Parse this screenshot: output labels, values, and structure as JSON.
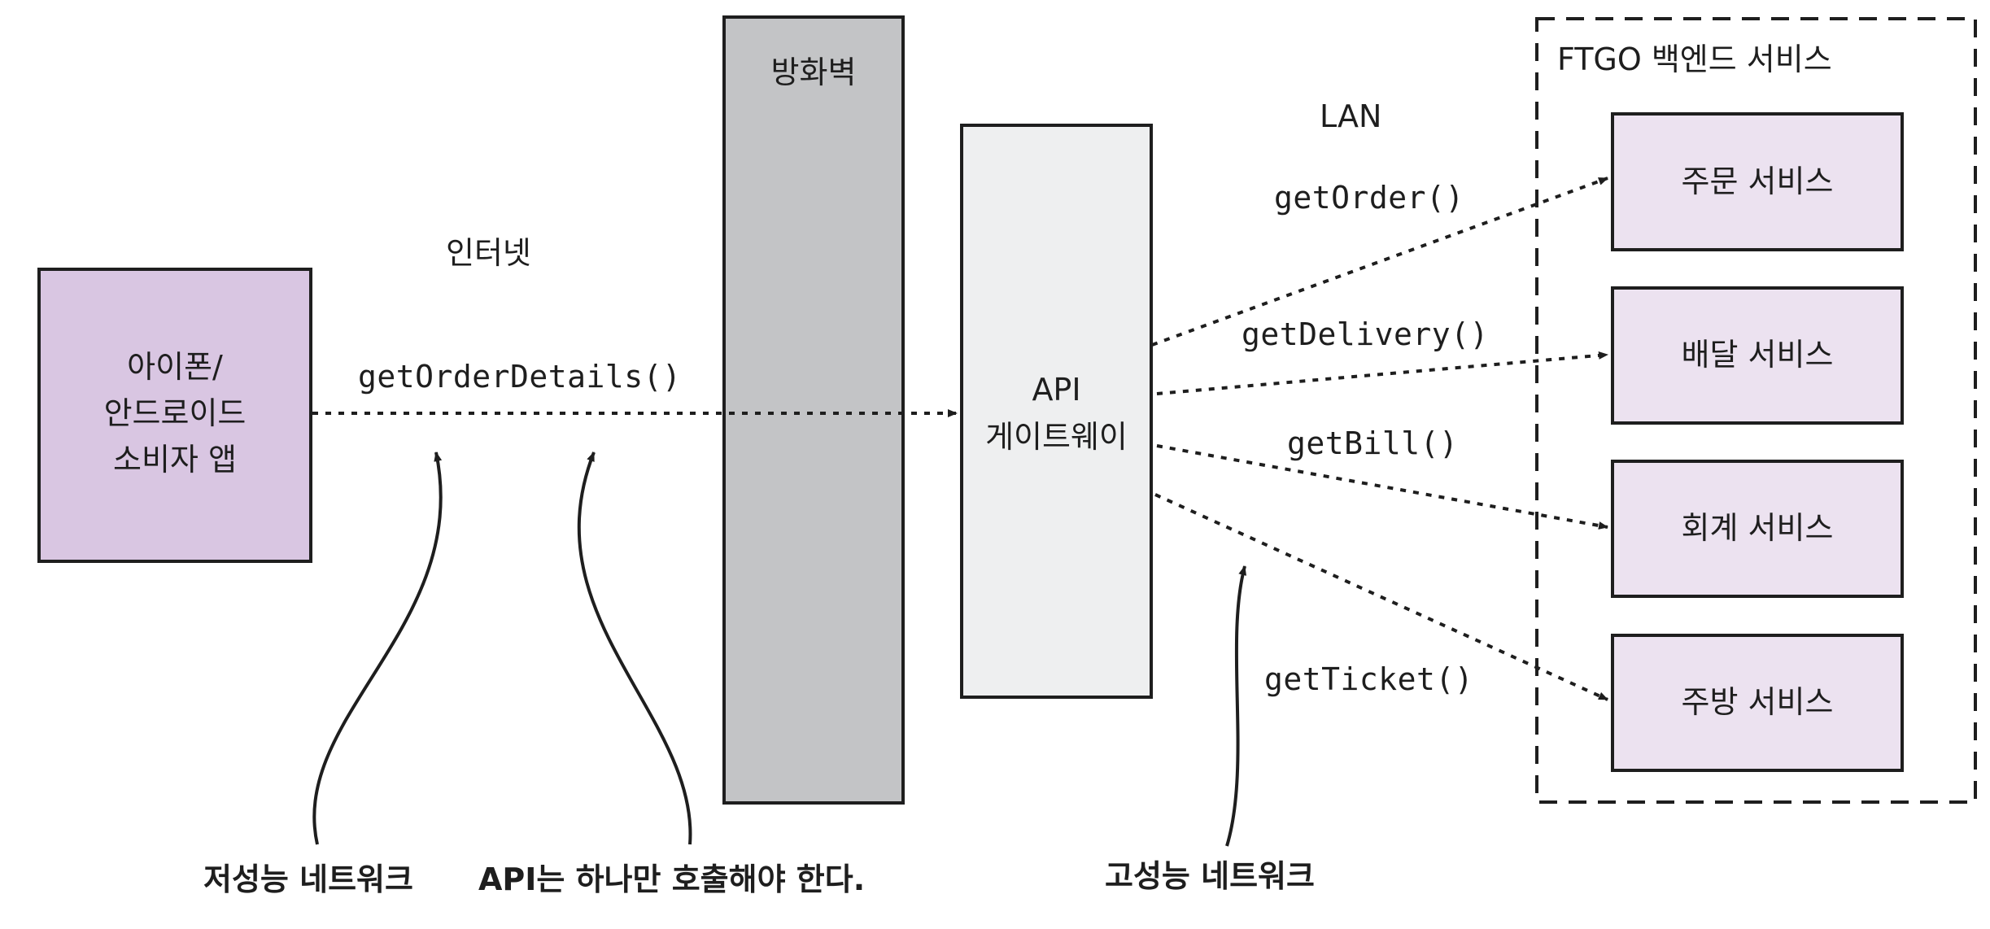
{
  "client": {
    "label": "아이폰/\n안드로이드\n소비자 앱"
  },
  "zones": {
    "internet": "인터넷",
    "firewall": "방화벽",
    "lan": "LAN"
  },
  "gateway": {
    "label": "API\n게이트웨이"
  },
  "client_call": "getOrderDetails()",
  "backend": {
    "title": "FTGO 백엔드 서비스",
    "services": [
      "주문 서비스",
      "배달 서비스",
      "회계 서비스",
      "주방 서비스"
    ]
  },
  "gateway_calls": [
    "getOrder()",
    "getDelivery()",
    "getBill()",
    "getTicket()"
  ],
  "annotations": {
    "low_perf": "저성능 네트워크",
    "single_call": "API는 하나만 호출해야 한다.",
    "high_perf": "고성능 네트워크"
  },
  "colors": {
    "client_fill": "#d9c6e2",
    "service_fill": "#ece2f0",
    "gateway_fill": "#eeeff0",
    "firewall_fill": "#c3c4c6",
    "stroke": "#1e1e1e"
  }
}
